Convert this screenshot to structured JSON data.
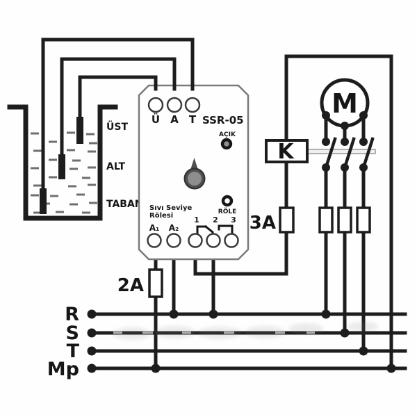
{
  "tank": {
    "labels": [
      {
        "text": "ÜST"
      },
      {
        "text": "ALT"
      },
      {
        "text": "TABAN"
      }
    ]
  },
  "relay": {
    "model": "SSR-05",
    "probe_terminals": [
      {
        "text": "Ü"
      },
      {
        "text": "A"
      },
      {
        "text": "T"
      }
    ],
    "power_led": "AÇIK",
    "output_led": "RÖLE",
    "name_line1": "Sıvı Seviye",
    "name_line2": "Rölesi",
    "coil_terminals": [
      {
        "text": "A₁"
      },
      {
        "text": "A₂"
      }
    ],
    "contact_terminals": [
      {
        "text": "1"
      },
      {
        "text": "2"
      },
      {
        "text": "3"
      }
    ]
  },
  "contactor": {
    "label": "K"
  },
  "motor": {
    "label": "M"
  },
  "fuses": {
    "control_fuse": "2A",
    "power_fuse": "3A"
  },
  "power_lines": [
    {
      "text": "R"
    },
    {
      "text": "S"
    },
    {
      "text": "T"
    },
    {
      "text": "Mp"
    }
  ],
  "colors": {
    "line": "#1d1d1d",
    "relay_border": "#7a7a7a",
    "knob": "#4f4f4f",
    "led_on_center": "#8f8f8f",
    "background": "#ffffff"
  }
}
